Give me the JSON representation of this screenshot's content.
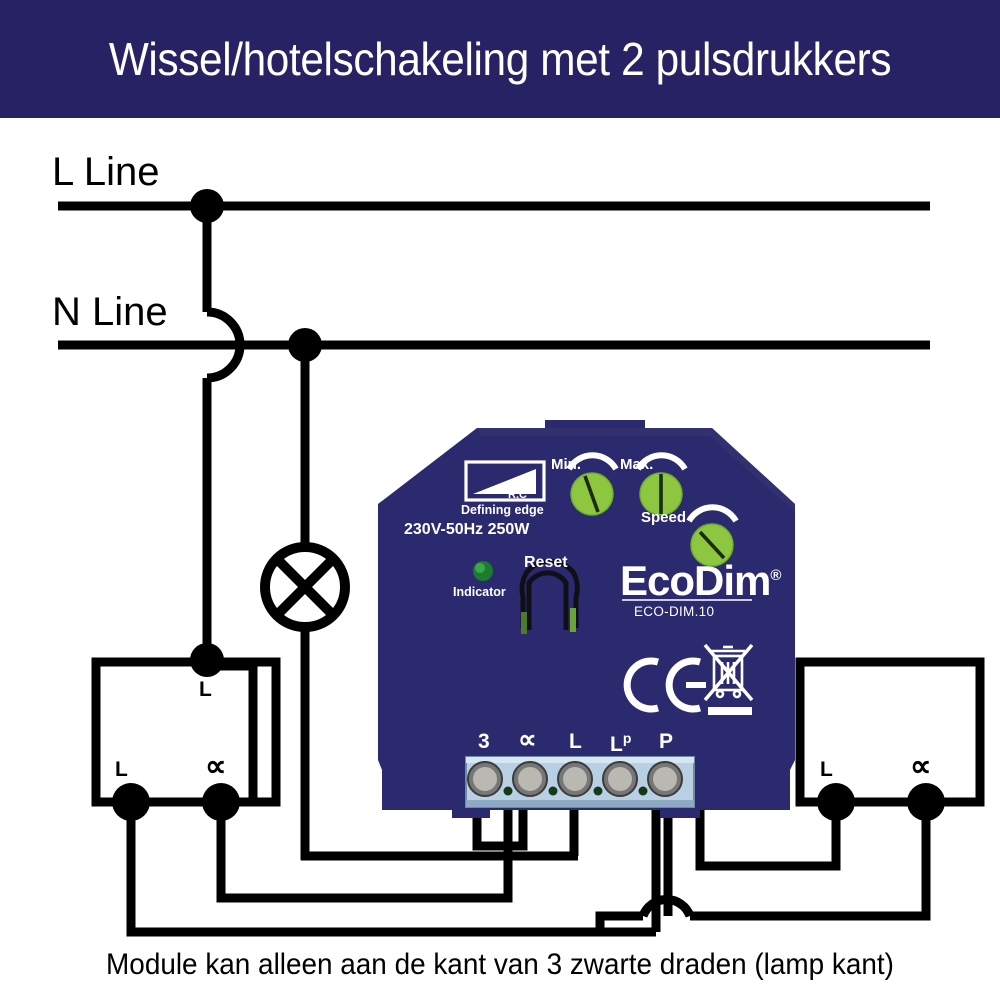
{
  "header": {
    "title": "Wissel/hotelschakeling met 2 pulsdrukkers",
    "background_color": "#262263",
    "text_color": "#ffffff"
  },
  "footer": {
    "caption": "Module kan alleen aan de kant van 3 zwarte draden (lamp kant)"
  },
  "diagram": {
    "type": "electrical-wiring-diagram",
    "supply": {
      "line_label": "L Line",
      "neutral_label": "N Line"
    },
    "lamp": {
      "symbol": "lamp-cross-circle"
    },
    "module": {
      "brand_eco": "Eco",
      "brand_dim": "Dim",
      "brand_registered": "®",
      "model": "ECO-DIM.10",
      "rating": "230V-50Hz  250W",
      "indicator_label": "Indicator",
      "reset_label": "Reset",
      "defining_edge_label": "Defining edge",
      "rc_label": "R,C",
      "knobs": [
        {
          "label": "Min."
        },
        {
          "label": "Max."
        },
        {
          "label": "Speed"
        }
      ],
      "marks": [
        "CE",
        "WEEE"
      ],
      "body_color": "#2b2a6e",
      "knob_color": "#8dc63f",
      "terminal_strip_color": "#b9cfe3",
      "terminals": [
        {
          "label": "3"
        },
        {
          "label": "∝"
        },
        {
          "label": "L"
        },
        {
          "label": "L",
          "sup": "p"
        },
        {
          "label": "P"
        }
      ]
    },
    "left_pushbutton": {
      "name": "left-pushbutton",
      "top_terminal_label": "L",
      "bottom_terminals": [
        {
          "label": "L"
        },
        {
          "label": "∝"
        }
      ]
    },
    "right_pushbutton": {
      "name": "right-pushbutton",
      "bottom_terminals": [
        {
          "label": "L"
        },
        {
          "label": "∝"
        }
      ]
    },
    "wire_color": "#000000"
  }
}
